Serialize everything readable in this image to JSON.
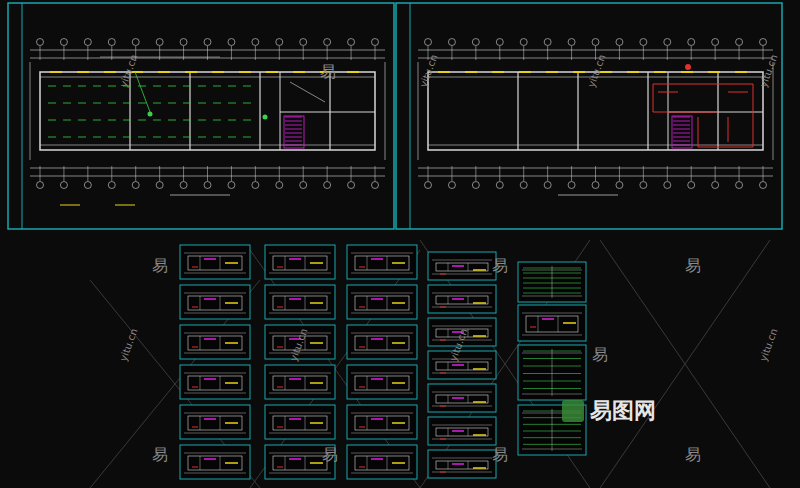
{
  "diagram": {
    "labels": [
      "易",
      "易",
      "易",
      "易",
      "易",
      "易",
      "易",
      "易",
      "易",
      "yitu.cn",
      "yitu.cn",
      "yitu.cn",
      "yitu.cn",
      "yitu.cn",
      "yitu.cn",
      "yitu.cn",
      "yitu.cn",
      "易图网"
    ]
  }
}
